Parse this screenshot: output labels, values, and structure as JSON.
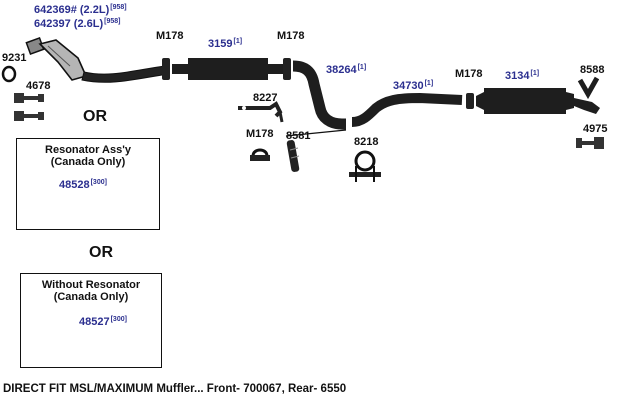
{
  "parts": {
    "cat_converter_a": {
      "number": "642369#",
      "note": "(2.2L)",
      "ref": "[958]"
    },
    "cat_converter_b": {
      "number": "642397",
      "note": "(2.6L)",
      "ref": "[958]"
    },
    "gasket": {
      "number": "9231"
    },
    "bolts": {
      "number": "4678"
    },
    "clamp_1": {
      "number": "M178"
    },
    "clamp_2": {
      "number": "M178"
    },
    "clamp_3": {
      "number": "M178"
    },
    "clamp_4": {
      "number": "M178"
    },
    "resonator": {
      "number": "3159",
      "ref": "[1]"
    },
    "intermediate_pipe": {
      "number": "38264",
      "ref": "[1]"
    },
    "tailpipe_front": {
      "number": "34730",
      "ref": "[1]"
    },
    "muffler": {
      "number": "3134",
      "ref": "[1]"
    },
    "hanger_a": {
      "number": "8227"
    },
    "hanger_b": {
      "number": "8581"
    },
    "u_clamp": {
      "number": "8218"
    },
    "tailpipe_hanger": {
      "number": "8588"
    },
    "bolt_rear": {
      "number": "4975"
    }
  },
  "or_1": "OR",
  "or_2": "OR",
  "option_box_1": {
    "title_line1": "Resonator Ass'y",
    "title_line2": "(Canada Only)",
    "part_number": "48528",
    "ref": "[300]"
  },
  "option_box_2": {
    "title_line1": "Without Resonator",
    "title_line2": "(Canada Only)",
    "part_number": "48527",
    "ref": "[300]"
  },
  "footer": "DIRECT FIT MSL/MAXIMUM Muffler... Front- 700067, Rear- 6550"
}
